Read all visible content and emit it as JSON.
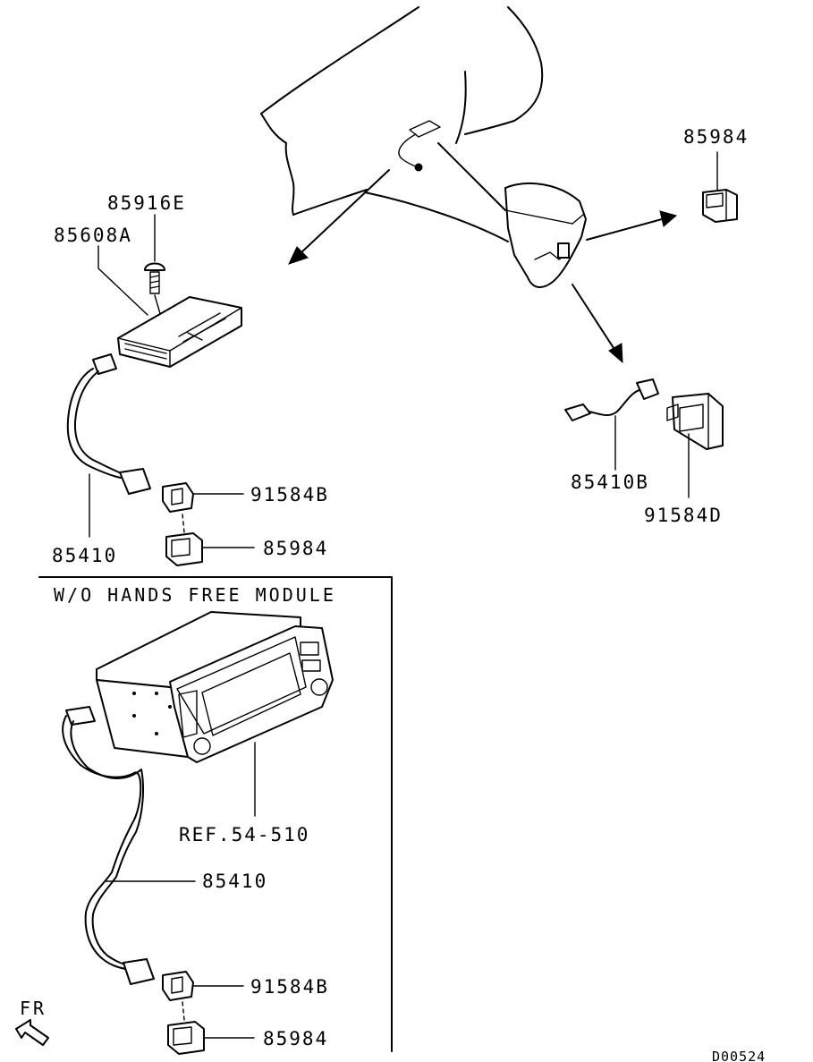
{
  "labels": {
    "p85984_top": "85984",
    "p85916E": "85916E",
    "p85608A": "85608A",
    "p91584B_top": "91584B",
    "p85984_left": "85984",
    "p85410_left": "85410",
    "p85410B": "85410B",
    "p91584D": "91584D",
    "ref": "REF.54-510",
    "p85410_bottom": "85410",
    "p91584B_bottom": "91584B",
    "p85984_bottom": "85984"
  },
  "section": {
    "title": "W/O HANDS FREE MODULE"
  },
  "footer": {
    "direction": "FR",
    "diagram_code": "D00524"
  }
}
